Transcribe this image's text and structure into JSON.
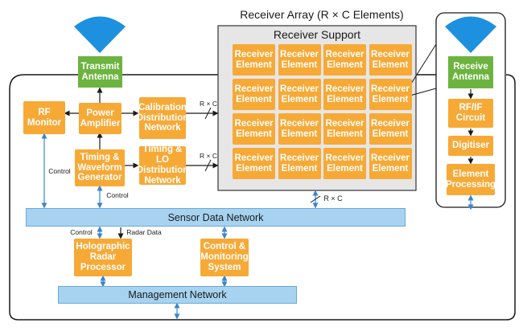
{
  "colors": {
    "block": "#f7a936",
    "antenna": "#6db33f",
    "beam": "#1e90e0",
    "network_bar": "#a7d3f1",
    "support_panel": "#e6e6e6",
    "line": "#1a1a1a",
    "data_arrow": "#3a86c8"
  },
  "array_title": "Receiver Array (R × C Elements)",
  "support_title": "Receiver Support",
  "receiver_element_label": "Receiver\nElement",
  "receiver_elements": [
    "r1c1",
    "r1c2",
    "r1c3",
    "r1c4",
    "r2c1",
    "r2c2",
    "r2c3",
    "r2c4",
    "r3c1",
    "r3c2",
    "r3c3",
    "r3c4",
    "r4c1",
    "r4c2",
    "r4c3",
    "r4c4"
  ],
  "blocks": {
    "transmit_antenna": "Transmit\nAntenna",
    "rf_monitor": "RF\nMonitor",
    "power_amplifier": "Power\nAmplifier",
    "calibration": "Calibration\nDistribution\nNetwork",
    "timing_waveform": "Timing &\nWaveform\nGenerator",
    "timing_lo": "Timing & LO\nDistribution\nNetwork",
    "receive_antenna": "Receive\nAntenna",
    "rf_if": "RF/IF\nCircuit",
    "digitiser": "Digitiser",
    "element_processing": "Element\nProcessing",
    "holographic": "Holographic\nRadar\nProcessor",
    "control_monitoring": "Control &\nMonitoring\nSystem"
  },
  "networks": {
    "sensor_data": "Sensor Data Network",
    "management": "Management Network"
  },
  "edge_labels": {
    "rxc_cal": "R × C",
    "rxc_lo": "R × C",
    "rxc_bottom": "R × C",
    "control_left": "Control",
    "control_timing": "Control",
    "control_holo": "Control",
    "radar_data": "Radar Data"
  },
  "icons": {
    "transmit_beam": "beam-icon",
    "receive_beam": "beam-icon"
  }
}
